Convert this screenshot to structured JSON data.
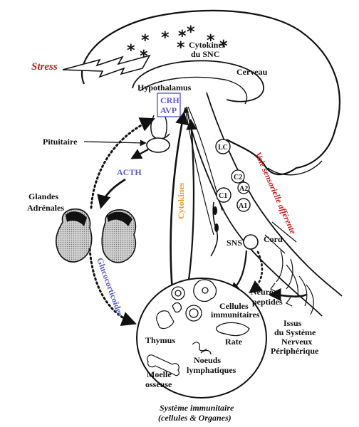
{
  "labels": {
    "cytokines_snc_1": "Cytokines",
    "cytokines_snc_2": "du SNC",
    "stress": "Stress",
    "cerveau": "Cerveau",
    "hypothalamus": "Hypothalamus",
    "crh": "CRH",
    "avp": "AVP",
    "pituitaire": "Pituitaire",
    "acth": "ACTH",
    "glandes": "Glandes",
    "adrenales": "Adrénales",
    "cytokines": "Cytokines",
    "glucocorticoides": "Glucocorticoïdes",
    "voie_sensorielle": "Voie sensorielle afférente",
    "lc": "LC",
    "c2": "C2",
    "a2": "A2",
    "c1": "C1",
    "a1": "A1",
    "sns": "SNS",
    "cord": "Cord",
    "cellules_1": "Cellules",
    "cellules_2": "immunitaires",
    "neuro_1": "Neuro-",
    "neuro_2": "peptides",
    "issus_1": "Issus",
    "issus_2": "du Système",
    "issus_3": "Nerveux",
    "issus_4": "Périphérique",
    "thymus": "Thymus",
    "rate": "Rate",
    "noeuds_1": "Noeuds",
    "noeuds_2": "lymphatiques",
    "moelle_1": "Moelle",
    "moelle_2": "osseuse",
    "systeme_1": "Système immunitaire",
    "systeme_2": "(cellules & Organes)"
  },
  "colors": {
    "blue": "#5a5ad0",
    "red": "#cc1a1a",
    "orange": "#e89a18",
    "line": "#111111",
    "gland_fill": "#bdbdbd"
  }
}
